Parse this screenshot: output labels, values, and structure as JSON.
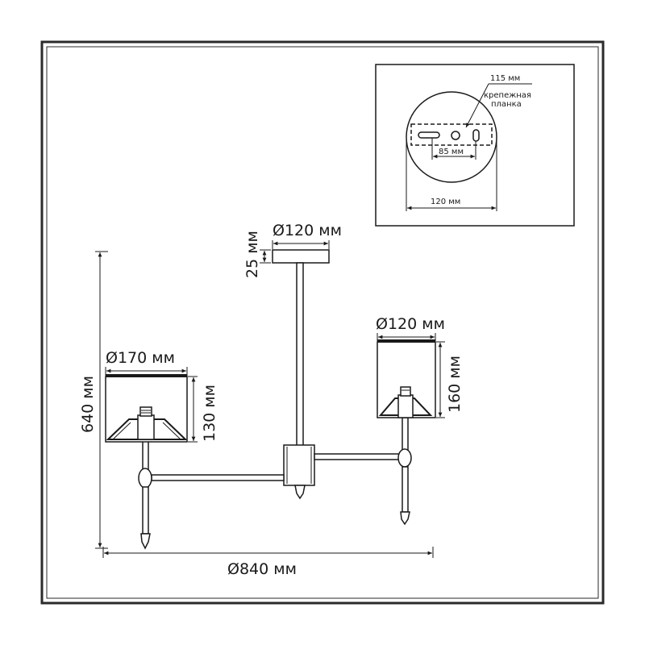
{
  "inset": {
    "plate_width_label": "115 мм",
    "plate_name_line1": "крепежная",
    "plate_name_line2": "планка",
    "hole_spacing_label": "85 мм",
    "canopy_diameter_label": "120 мм"
  },
  "dimensions": {
    "canopy_diameter": "Ø120 мм",
    "canopy_height": "25 мм",
    "left_shade_diameter": "Ø170 мм",
    "left_shade_height": "130 мм",
    "right_shade_diameter": "Ø120 мм",
    "right_shade_height": "160 мм",
    "total_height": "640 мм",
    "total_diameter": "Ø840 мм"
  },
  "colors": {
    "line": "#1a1a1a",
    "frame": "#2a2a2a"
  }
}
